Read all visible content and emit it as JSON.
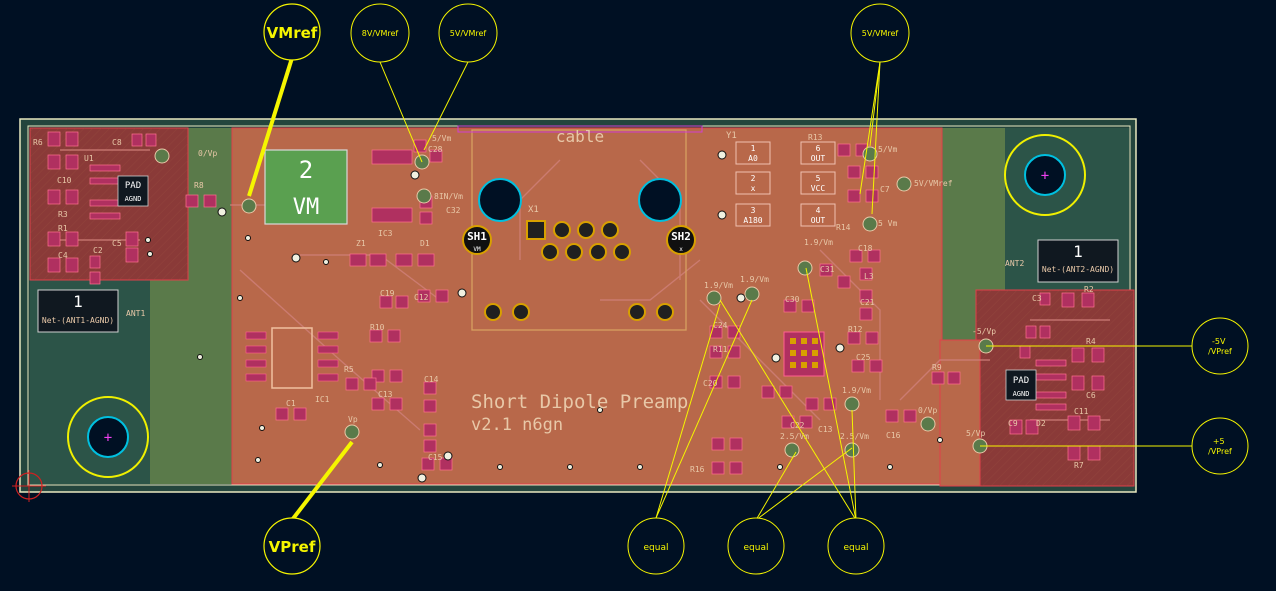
{
  "board": {
    "title": "Short Dipole Preamp",
    "version": "v2.1 n6gn",
    "cable_label": "cable"
  },
  "callouts": {
    "vmref": "VMref",
    "vpref": "VPref",
    "c1": "8V/VMref",
    "c2": "5V/VMref",
    "c3": "5V/VMref",
    "c4": "-5V\n/VPref",
    "c5": "+5\n/VPref",
    "eq1": "equal",
    "eq2": "equal",
    "eq3": "equal"
  },
  "antenna_left": {
    "num": "1",
    "net": "Net-(ANT1-AGND)",
    "ref": "ANT1",
    "pad": "PAD",
    "agnd": "AGND"
  },
  "antenna_right": {
    "num": "1",
    "net": "Net-(ANT2-AGND)",
    "ref": "ANT2",
    "pad": "PAD",
    "agnd": "AGND"
  },
  "sh": {
    "sh1": "SH1",
    "sh2": "SH2",
    "sh1_sub": "VM",
    "sh2_sub": "x"
  },
  "vm_block": {
    "num": "2",
    "label": "VM"
  },
  "y1_pins": [
    {
      "num": "1",
      "name": "A0"
    },
    {
      "num": "2",
      "name": "x"
    },
    {
      "num": "3",
      "name": "A180"
    },
    {
      "num": "6",
      "name": "OUT"
    },
    {
      "num": "5",
      "name": "VCC"
    },
    {
      "num": "4",
      "name": "OUT"
    }
  ],
  "refs": {
    "R6": "R6",
    "C8": "C8",
    "U1": "U1",
    "C10": "C10",
    "R8": "R8",
    "R3": "R3",
    "R1": "R1",
    "C4": "C4",
    "C2": "C2",
    "C5": "C5",
    "X1": "X1",
    "Y1": "Y1",
    "R13": "R13",
    "R14": "R14",
    "C7": "C7",
    "C18": "C18",
    "L3": "L3",
    "C21": "C21",
    "R12": "R12",
    "C25": "C25",
    "C31": "C31",
    "C30": "C30",
    "C24": "C24",
    "R11": "R11",
    "C20": "C20",
    "C22": "C22",
    "C13": "C13",
    "C16": "C16",
    "R16": "R16",
    "R9": "R9",
    "R2": "R2",
    "C3": "C3",
    "R4": "R4",
    "C6": "C6",
    "C11": "C11",
    "R7": "R7",
    "D2": "D2",
    "C9": "C9",
    "Z1": "Z1",
    "D1": "D1",
    "C19": "C19",
    "C12": "C12",
    "R10": "R10",
    "R5": "R5",
    "C1": "C1",
    "IC1": "IC1",
    "C13b": "C13",
    "C14": "C14",
    "IC3": "IC3",
    "C28": "C28",
    "C32": "C32",
    "C15": "C15"
  },
  "testpoints": {
    "0vp": "0/Vp",
    "5vm": "5/Vm",
    "8invm": "8IN/Vm",
    "vm1": "5 Vm",
    "vm2": "5/Vm",
    "5vvmref": "5V/VMref",
    "19vm_a": "1.9/Vm",
    "19vm_b": "1.9/Vm",
    "19vm_c": "1.9/Vm",
    "19vm_d": "1.9/Vm",
    "25vm_a": "2.5/Vm",
    "25vm_b": "2.5/Vm",
    "m5vp": "-5/Vp",
    "0vp2": "0/Vp",
    "5vp": "5/Vp",
    "vp": "Vp"
  },
  "colors": {
    "background": "#001023",
    "copper": "#b8684a",
    "board_edge": "#e8e8c0",
    "callout": "#f5f500",
    "zone_green": "#5a7a4a"
  }
}
